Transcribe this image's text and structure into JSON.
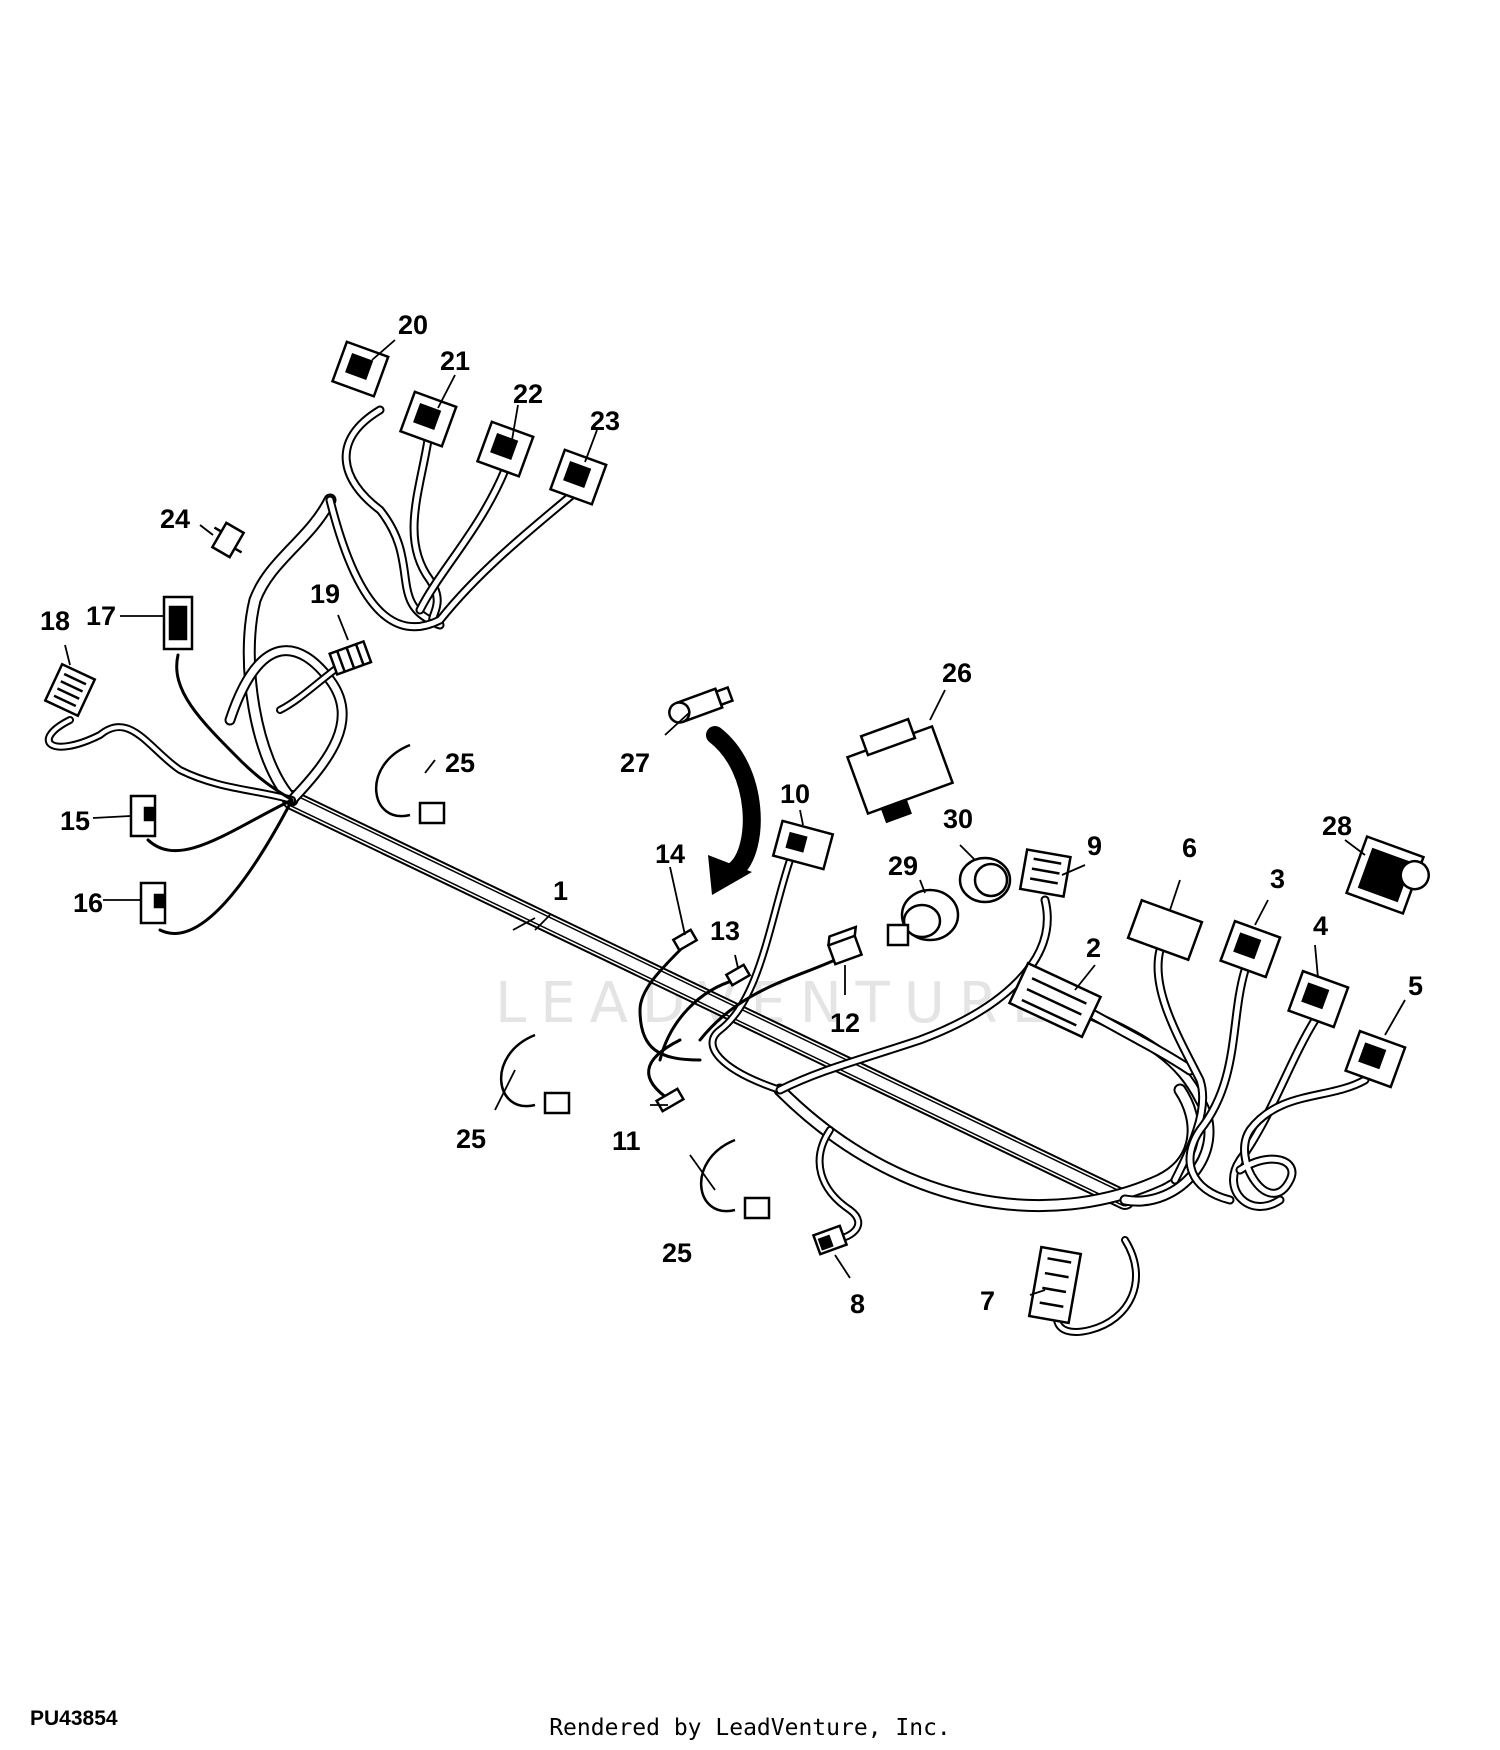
{
  "figure_id": "PU43854",
  "credit": "Rendered by LeadVenture, Inc.",
  "watermark": "LEADVENTURE",
  "callouts": [
    {
      "id": "c1",
      "label": "1"
    },
    {
      "id": "c2",
      "label": "2"
    },
    {
      "id": "c3",
      "label": "3"
    },
    {
      "id": "c4",
      "label": "4"
    },
    {
      "id": "c5",
      "label": "5"
    },
    {
      "id": "c6",
      "label": "6"
    },
    {
      "id": "c7",
      "label": "7"
    },
    {
      "id": "c8",
      "label": "8"
    },
    {
      "id": "c9",
      "label": "9"
    },
    {
      "id": "c10",
      "label": "10"
    },
    {
      "id": "c11",
      "label": "11"
    },
    {
      "id": "c12",
      "label": "12"
    },
    {
      "id": "c13",
      "label": "13"
    },
    {
      "id": "c14",
      "label": "14"
    },
    {
      "id": "c15",
      "label": "15"
    },
    {
      "id": "c16",
      "label": "16"
    },
    {
      "id": "c17",
      "label": "17"
    },
    {
      "id": "c18",
      "label": "18"
    },
    {
      "id": "c19",
      "label": "19"
    },
    {
      "id": "c20",
      "label": "20"
    },
    {
      "id": "c21",
      "label": "21"
    },
    {
      "id": "c22",
      "label": "22"
    },
    {
      "id": "c23",
      "label": "23"
    },
    {
      "id": "c24",
      "label": "24"
    },
    {
      "id": "c25a",
      "label": "25"
    },
    {
      "id": "c25b",
      "label": "25"
    },
    {
      "id": "c25c",
      "label": "25"
    },
    {
      "id": "c26",
      "label": "26"
    },
    {
      "id": "c27",
      "label": "27"
    },
    {
      "id": "c28",
      "label": "28"
    },
    {
      "id": "c29",
      "label": "29"
    },
    {
      "id": "c30",
      "label": "30"
    }
  ]
}
